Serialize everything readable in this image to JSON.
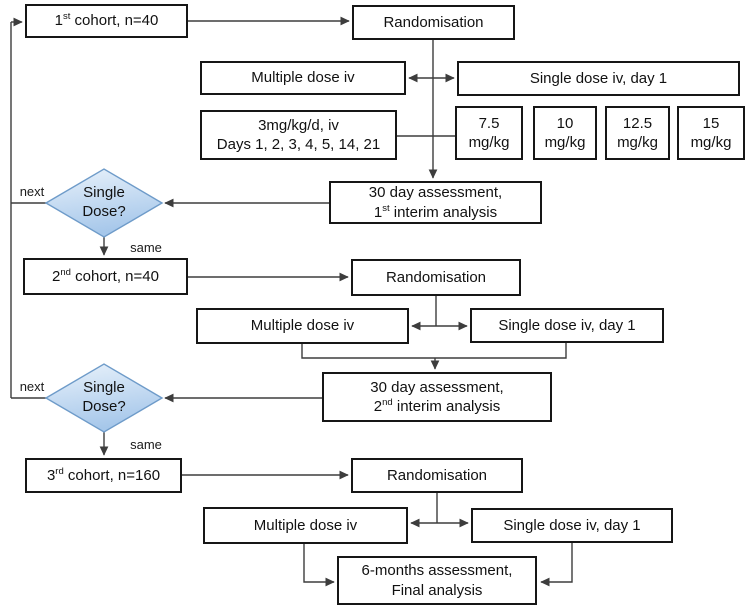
{
  "flow": {
    "cohort1": {
      "num": "1",
      "ord": "st",
      "rest": " cohort, n=40"
    },
    "cohort2": {
      "num": "2",
      "ord": "nd",
      "rest": " cohort, n=40"
    },
    "cohort3": {
      "num": "3",
      "ord": "rd",
      "rest": " cohort, n=160"
    },
    "randomisation1": "Randomisation",
    "randomisation2": "Randomisation",
    "randomisation3": "Randomisation",
    "multiple_dose1": "Multiple dose iv",
    "multiple_dose2": "Multiple dose iv",
    "multiple_dose3": "Multiple dose iv",
    "single_dose1": "Single dose iv, day 1",
    "single_dose2": "Single dose iv, day 1",
    "single_dose3": "Single dose iv, day 1",
    "regimen": {
      "line1": "3mg/kg/d, iv",
      "line2": "Days 1, 2, 3, 4, 5, 14, 21"
    },
    "doses": [
      {
        "amount": "7.5",
        "unit": "mg/kg"
      },
      {
        "amount": "10",
        "unit": "mg/kg"
      },
      {
        "amount": "12.5",
        "unit": "mg/kg"
      },
      {
        "amount": "15",
        "unit": "mg/kg"
      }
    ],
    "assessment1": {
      "line1": "30 day assessment,",
      "num": "1",
      "ord": "st",
      "rest": " interim analysis"
    },
    "assessment2": {
      "line1": "30 day assessment,",
      "num": "2",
      "ord": "nd",
      "rest": " interim analysis"
    },
    "final_assessment": {
      "line1": "6-months assessment,",
      "line2": "Final analysis"
    },
    "decision1": {
      "line1": "Single",
      "line2": "Dose?"
    },
    "decision2": {
      "line1": "Single",
      "line2": "Dose?"
    },
    "edge_labels": {
      "next1": "next",
      "same1": "same",
      "next2": "next",
      "same2": "same"
    }
  },
  "colors": {
    "line": "#3d3d3d",
    "box_border": "#161616",
    "diamond_fill_light": "#e9f2fb",
    "diamond_fill_dark": "#a6c7ea",
    "diamond_border": "#6e9bc9"
  }
}
